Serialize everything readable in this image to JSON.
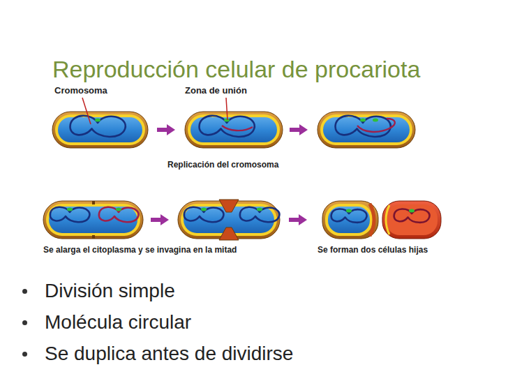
{
  "diagram": {
    "title": "Reproducción celular de procariota",
    "labels": [
      "Cromosoma",
      "Zona de unión",
      "Replicación del cromosoma",
      "Se alarga el citoplasma y se invagina en la mitad",
      "Se forman dos células hijas",
      "División simple",
      "Molécula circular",
      "Se duplica antes de dividirse"
    ]
  }
}
